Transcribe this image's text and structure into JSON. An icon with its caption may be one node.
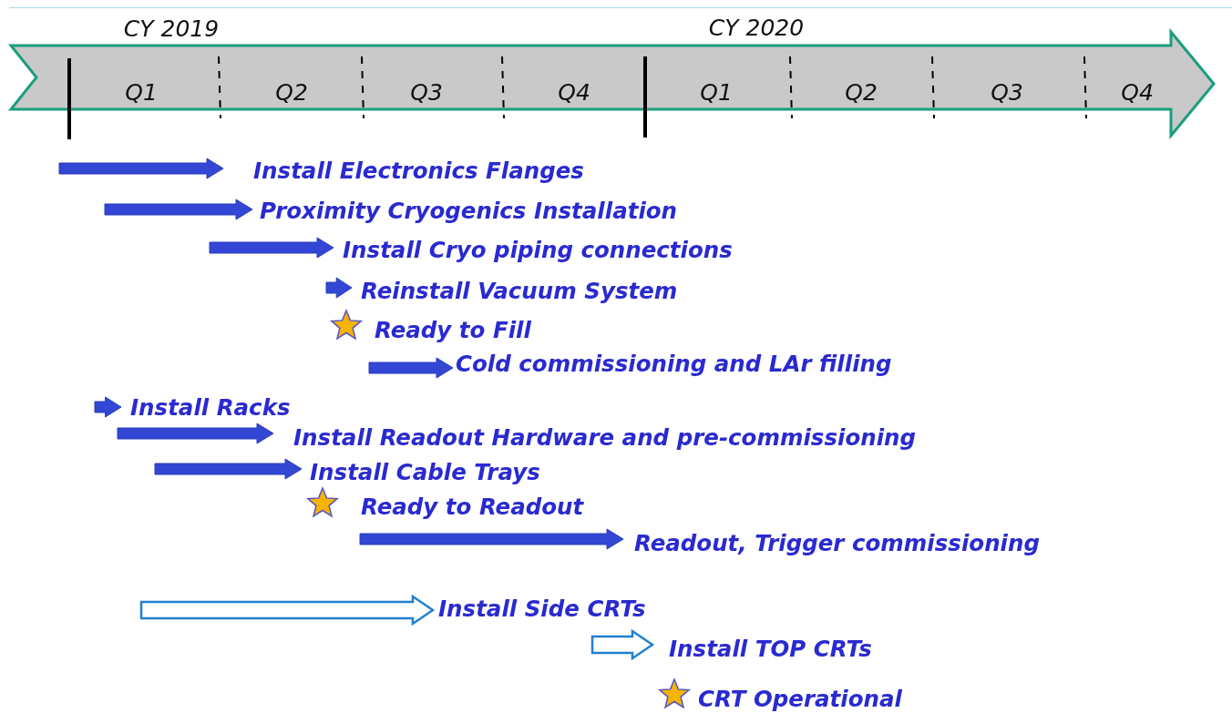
{
  "diagram": {
    "nodes": [
      {
        "text": [],
        "shape": "arrow"
      },
      {
        "text": [
          "Install Electronics Flanges"
        ]
      },
      {
        "text": [],
        "shape": "arrow"
      },
      {
        "text": [
          "Proximity Cryogenics Installation"
        ]
      },
      {
        "text": [],
        "shape": "arrow"
      },
      {
        "text": [
          "Install Cryo piping connections"
        ]
      },
      {
        "text": [],
        "shape": "arrow"
      },
      {
        "text": [
          "Reinstall Vacuum System"
        ]
      },
      {
        "text": [],
        "shape": "star"
      },
      {
        "text": [
          "Ready to Fill"
        ]
      },
      {
        "text": [],
        "shape": "arrow"
      },
      {
        "text": [
          "Cold commissioning and LAr filling"
        ]
      },
      {
        "text": [],
        "shape": "arrow"
      },
      {
        "text": [
          "Install Racks"
        ]
      },
      {
        "text": [],
        "shape": "arrow"
      },
      {
        "text": [
          "Install Readout Hardware and pre-commissioning"
        ]
      },
      {
        "text": [],
        "shape": "arrow"
      },
      {
        "text": [
          "Install Cable Trays"
        ]
      },
      {
        "text": [],
        "shape": "star"
      },
      {
        "text": [
          "Ready to Readout"
        ]
      },
      {
        "text": [],
        "shape": "arrow"
      },
      {
        "text": [
          "Readout, Trigger commissioning"
        ]
      },
      {
        "text": [],
        "shape": "arrow"
      },
      {
        "text": [
          "Install Side CRTs"
        ]
      },
      {
        "text": [],
        "shape": "arrow"
      },
      {
        "text": [
          "Install TOP CRTs"
        ]
      },
      {
        "text": [],
        "shape": "star"
      },
      {
        "text": [
          "CRT Operational"
        ]
      }
    ],
    "labels": [
      "CY 2019",
      "CY 2020",
      "Q1",
      "Q2",
      "Q3",
      "Q4",
      "Q1",
      "Q2",
      "Q3",
      "Q4"
    ]
  }
}
